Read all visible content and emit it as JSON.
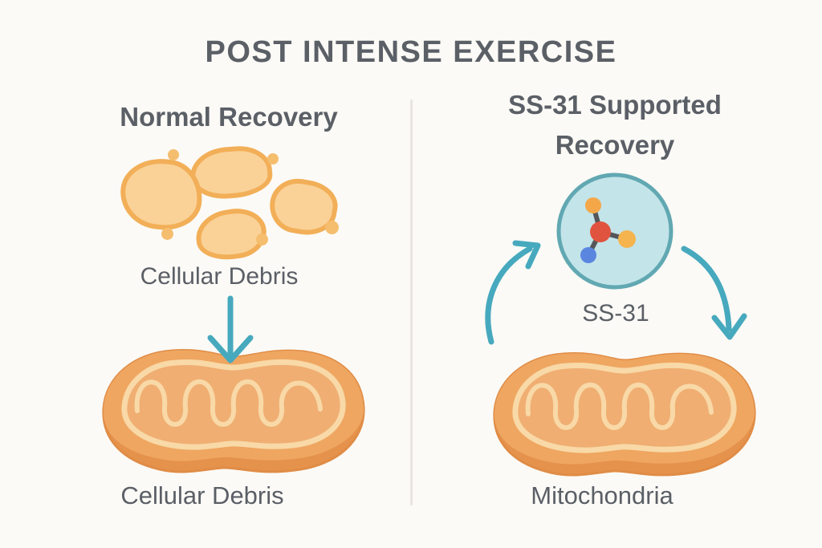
{
  "title": "POST INTENSE EXERCISE",
  "left_panel": {
    "heading": "Normal Recovery",
    "debris_label": "Cellular Debris",
    "bottom_label": "Cellular Debris"
  },
  "right_panel": {
    "heading_line1": "SS-31 Supported",
    "heading_line2": "Recovery",
    "molecule_label": "SS-31",
    "bottom_label": "Mitochondria"
  },
  "icons": {
    "debris_blobs": "cellular-debris-blobs",
    "down_arrow": "down-arrow",
    "curved_arrow_up": "curved-arrow-into-molecule",
    "curved_arrow_down": "curved-arrow-into-mitochondria",
    "mitochondrion": "mitochondrion-illustration",
    "molecule": "ss31-molecule-in-circle"
  },
  "colors": {
    "background": "#FBFAF6",
    "text": "#5B5F66",
    "divider": "#E8E5E0",
    "arrow_teal": "#47A9BE",
    "debris_fill": "#FAD298",
    "debris_stroke": "#F2AF58",
    "debris_dot": "#F5BE6E",
    "mito_body": "#EFA661",
    "mito_shadow": "#E5924C",
    "mito_outline": "#E08C46",
    "mito_cream": "#F8D9A7",
    "mito_matrix": "#F0AE72",
    "molecule_circle_fill": "#C3E4E9",
    "molecule_circle_stroke": "#61A8B2",
    "atom_red": "#E0543F",
    "atom_orange": "#F4A748",
    "atom_yellow": "#F5B44E",
    "atom_blue": "#5B86E0",
    "bond": "#54565A"
  }
}
